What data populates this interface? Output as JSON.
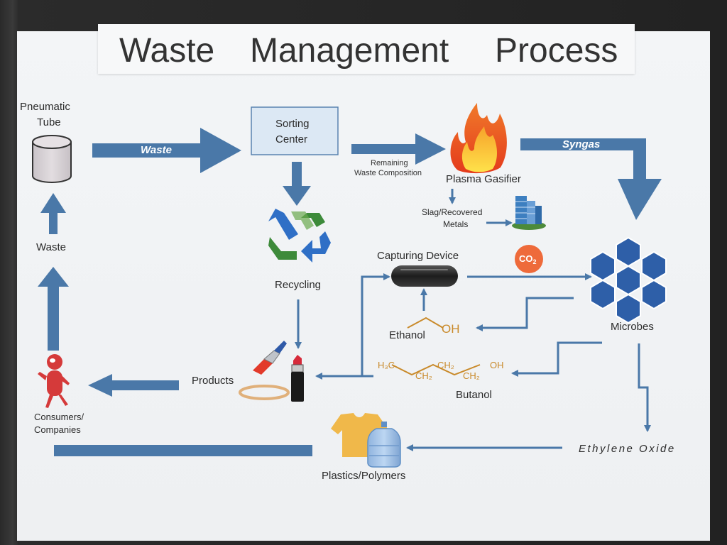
{
  "title": {
    "word1": "Waste",
    "word2": "Management",
    "word3": "Process"
  },
  "nodes": {
    "pneumatic_tube_line1": "Pneumatic",
    "pneumatic_tube_line2": "Tube",
    "sorting_center_line1": "Sorting",
    "sorting_center_line2": "Center",
    "plasma_gasifier": "Plasma Gasifier",
    "slag_line1": "Slag/Recovered",
    "slag_line2": "Metals",
    "recycling": "Recycling",
    "capturing_device": "Capturing Device",
    "co2": "CO",
    "co2_sub": "2",
    "microbes": "Microbes",
    "ethanol": "Ethanol",
    "ethanol_oh": "OH",
    "butanol": "Butanol",
    "butanol_h3c": "H₃C",
    "butanol_ch2_a": "CH₂",
    "butanol_ch2_b": "CH₂",
    "butanol_ch2_c": "CH₂",
    "butanol_oh": "OH",
    "products": "Products",
    "waste": "Waste",
    "consumers_line1": "Consumers/",
    "consumers_line2": "Companies",
    "plastics": "Plastics/Polymers",
    "ethylene_oxide": "Ethylene Oxide"
  },
  "arrows": {
    "waste": "Waste",
    "syngas": "Syngas",
    "remaining_line1": "Remaining",
    "remaining_line2": "Waste Composition"
  },
  "colors": {
    "arrow": "#4a78a8",
    "sorting_fill": "#dce8f4",
    "sorting_border": "#5b83b0",
    "hex": "#2e5fa8",
    "co2": "#ee6a3a",
    "chem": "#c98a2a",
    "consumer": "#d53a3a"
  },
  "icons": [
    "cylinder-icon",
    "fire-icon",
    "recycle-icon",
    "building-icon",
    "co2-icon",
    "capsule-icon",
    "hexagon-cluster-icon",
    "paintbrush-icon",
    "lipstick-icon",
    "rubber-band-icon",
    "person-icon",
    "tshirt-icon",
    "water-jug-icon"
  ]
}
